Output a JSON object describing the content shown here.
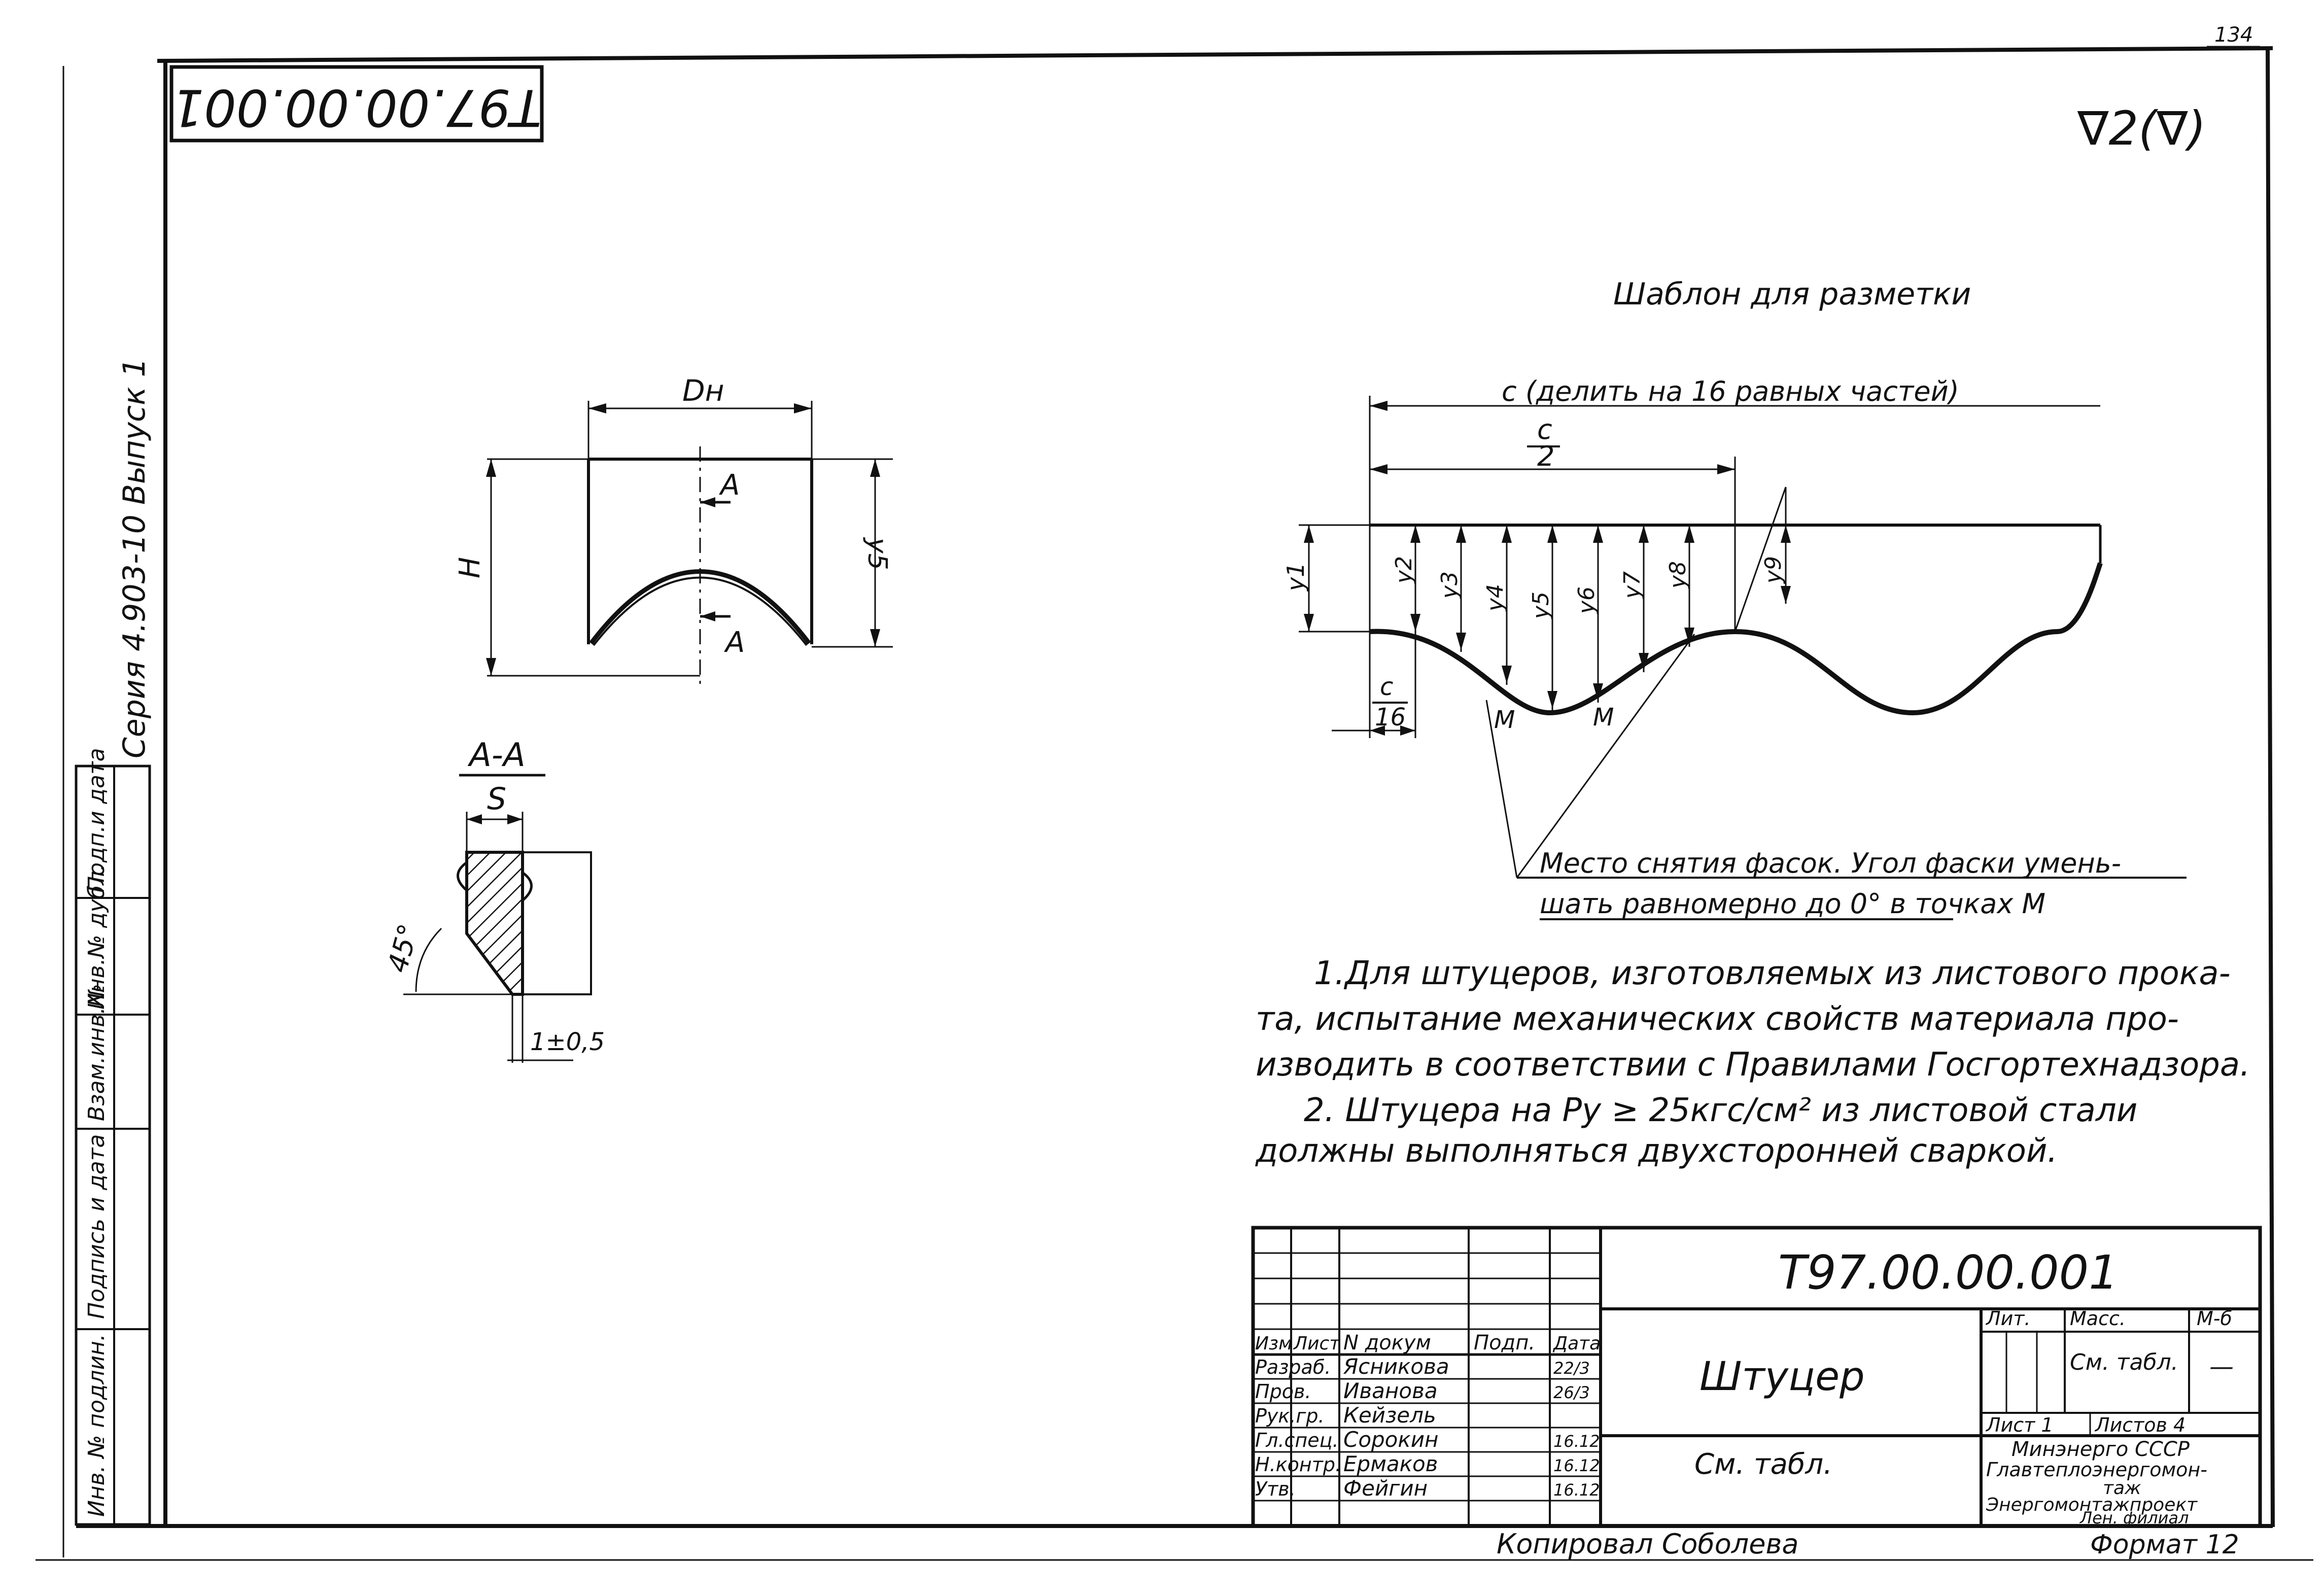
{
  "sheet": {
    "page_number": "134",
    "top_code_mirrored": "Т97.00.00.001",
    "roughness": "∇2(∇)",
    "series": "Серия 4.903-10 Выпуск 1"
  },
  "side_stamp": [
    "Инв. № подлин.",
    "Подпись и дата",
    "Взам.инв.№",
    "Инв.№ дубл.",
    "Подп.и дата"
  ],
  "view_main": {
    "dim_diameter": "Dн",
    "dim_height": "H",
    "dim_y5": "y5",
    "section_mark": "A"
  },
  "section": {
    "title": "А-А",
    "dim_s": "S",
    "angle": "45°",
    "dim_gap": "1±0,5"
  },
  "template": {
    "title": "Шаблон для разметки",
    "dim_c": "с (делить на 16 равных частей)",
    "dim_c2_num": "с",
    "dim_c2_den": "2",
    "ordinates": [
      "y1",
      "y2",
      "y3",
      "y4",
      "y5",
      "y6",
      "y7",
      "y8",
      "y9"
    ],
    "dim_c16_num": "с",
    "dim_c16_den": "16",
    "point_m": "М",
    "callout_1": "Место снятия фасок. Угол фаски умень-",
    "callout_2": "шать равномерно до 0° в точках М"
  },
  "notes": [
    "1.Для штуцеров, изготовляемых из листового прока-",
    "та, испытание механических свойств материала про-",
    "изводить в соответствии с Правилами Госгортехнадзора.",
    "2. Штуцера на Ру ≥ 25кгс/см² из листовой стали",
    "должны выполняться двухсторонней сваркой."
  ],
  "title_block": {
    "code": "Т97.00.00.001",
    "name": "Штуцер",
    "material": "См. табл.",
    "col_lit": "Лит.",
    "col_mass": "Масс.",
    "col_scale": "М-б",
    "mass_value": "См. табл.",
    "scale_value": "—",
    "sheet": "Лист 1",
    "sheets": "Листов 4",
    "org_1": "Минэнерго СССР",
    "org_2": "Главтеплоэнергомон-",
    "org_3": "таж",
    "org_4": "Энергомонтажпроект",
    "org_5": "Лен. филиал",
    "headers": [
      "Изм",
      "Лист",
      "N докум",
      "Подп.",
      "Дата"
    ],
    "rows": [
      {
        "role": "Разраб.",
        "name": "Ясникова",
        "date": "22/3"
      },
      {
        "role": "Пров.",
        "name": "Иванова",
        "date": "26/3"
      },
      {
        "role": "Рук.гр.",
        "name": "Кейзель",
        "date": ""
      },
      {
        "role": "Гл.спец.",
        "name": "Сорокин",
        "date": "16.12"
      },
      {
        "role": "Н.контр.",
        "name": "Ермаков",
        "date": "16.12"
      },
      {
        "role": "Утв.",
        "name": "Фейгин",
        "date": "16.12"
      }
    ],
    "copied": "Копировал Соболева",
    "format": "Формат 12"
  }
}
